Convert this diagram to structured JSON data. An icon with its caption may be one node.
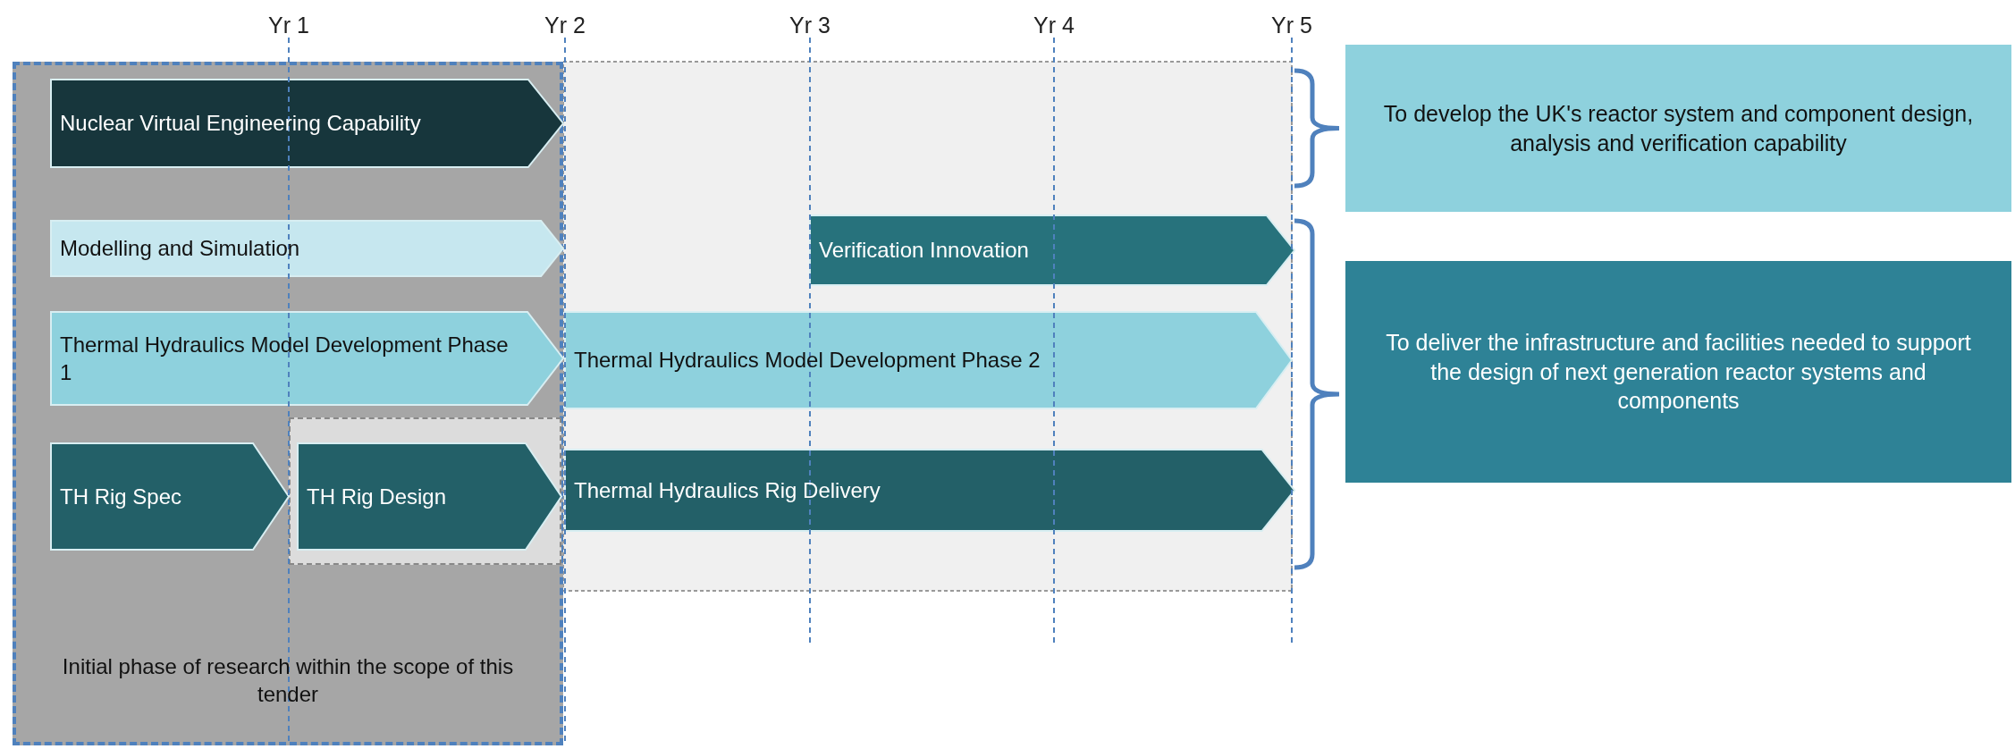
{
  "diagram": {
    "nodes": [
      {
        "text": [
          "Initial phase of research within the scope of this tender"
        ]
      },
      {
        "text": [
          "Nuclear Virtual Engineering Capability"
        ],
        "in": 0
      },
      {
        "text": [
          "Modelling and Simulation"
        ],
        "in": 0
      },
      {
        "text": [
          "Thermal Hydraulics Model Development Phase 1"
        ],
        "in": 0
      },
      {
        "text": [
          "TH Rig Spec"
        ],
        "in": 0
      },
      {
        "text": [
          "TH Rig Design"
        ],
        "in": 0
      },
      {
        "text": [
          "Verification Innovation"
        ]
      },
      {
        "text": [
          "Thermal Hydraulics Model Development Phase 2"
        ]
      },
      {
        "text": [
          "Thermal Hydraulics Rig Delivery"
        ]
      },
      {
        "text": [
          "To develop the UK's reactor system and component design, analysis and verification capability"
        ]
      },
      {
        "text": [
          "To deliver the infrastructure and facilities needed to support the design of next generation reactor systems and components"
        ]
      }
    ],
    "edges": [],
    "labels": [
      "Yr 1",
      "Yr 2",
      "Yr 3",
      "Yr 4",
      "Yr 5"
    ]
  }
}
